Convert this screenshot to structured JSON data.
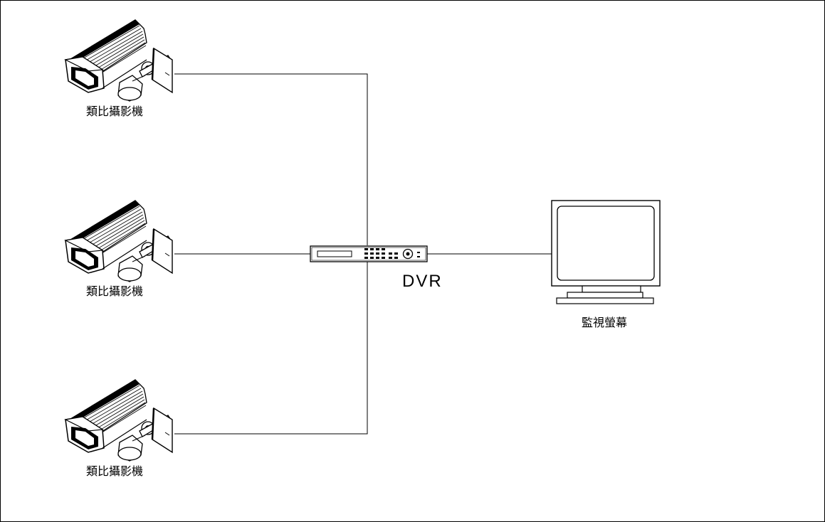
{
  "cameras": [
    {
      "label": "類比攝影機"
    },
    {
      "label": "類比攝影機"
    },
    {
      "label": "類比攝影機"
    }
  ],
  "dvr": {
    "label": "DVR"
  },
  "monitor": {
    "label": "監視螢幕"
  },
  "icons": {
    "camera": "cctv-camera-icon",
    "dvr": "dvr-recorder-icon",
    "monitor": "crt-monitor-icon"
  }
}
